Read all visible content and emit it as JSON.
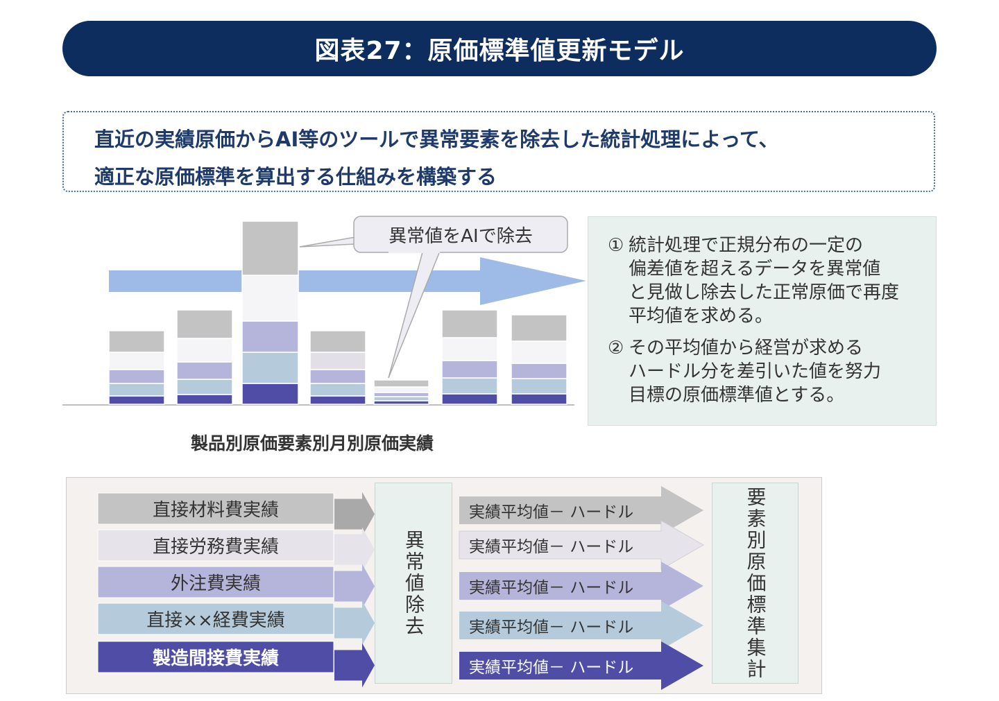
{
  "title": "図表27：原価標準値更新モデル",
  "summary": {
    "line1": "直近の実績原価からAI等のツールで異常要素を除去した統計処理によって、",
    "line2": "適正な原価標準を算出する仕組みを構築する"
  },
  "callout": "異常値をAIで除去",
  "chart_caption": "製品別原価要素別月別原価実績",
  "notes": [
    {
      "num": "①",
      "lines": [
        "統計処理で正規分布の一定の",
        "偏差値を超えるデータを異常値",
        "と見做し除去した正常原価で再度",
        "平均値を求める。"
      ]
    },
    {
      "num": "②",
      "lines": [
        "その平均値から経営が求める",
        "ハードル分を差引いた値を努力",
        "目標の原価標準値とする。"
      ]
    }
  ],
  "colors": {
    "navy": "#0e2d5f",
    "element1": "#c3c3c3",
    "element2": "#e6e4ea",
    "element3": "#b5b4db",
    "element4": "#b5cbdc",
    "element5": "#4f4da6",
    "arrow": "#9dbbe6"
  },
  "chart_data": {
    "type": "bar",
    "stacked": true,
    "categories": [
      "",
      "",
      "",
      "",
      "",
      "",
      ""
    ],
    "series": [
      {
        "name": "製造間接費実績",
        "values": [
          12,
          14,
          30,
          12,
          5,
          15,
          15
        ]
      },
      {
        "name": "直接××経費実績",
        "values": [
          18,
          22,
          45,
          18,
          6,
          23,
          22
        ]
      },
      {
        "name": "外注費実績",
        "values": [
          20,
          25,
          45,
          20,
          6,
          25,
          22
        ]
      },
      {
        "name": "直接労務費実績",
        "values": [
          25,
          34,
          66,
          25,
          8,
          33,
          32
        ]
      },
      {
        "name": "直接材料費実績",
        "values": [
          31,
          41,
          78,
          31,
          10,
          40,
          38
        ]
      }
    ],
    "outlier_index": 4,
    "ylim": [
      0,
      265
    ],
    "xlabel": "",
    "ylabel": ""
  },
  "flow": {
    "inputs": [
      "直接材料費実績",
      "直接労務費実績",
      "外注費実績",
      "直接××経費実績",
      "製造間接費実績"
    ],
    "process": "異常値除去",
    "hurdle_label": "実績平均値－ ハードル",
    "output": "要素別原価標準集計"
  }
}
